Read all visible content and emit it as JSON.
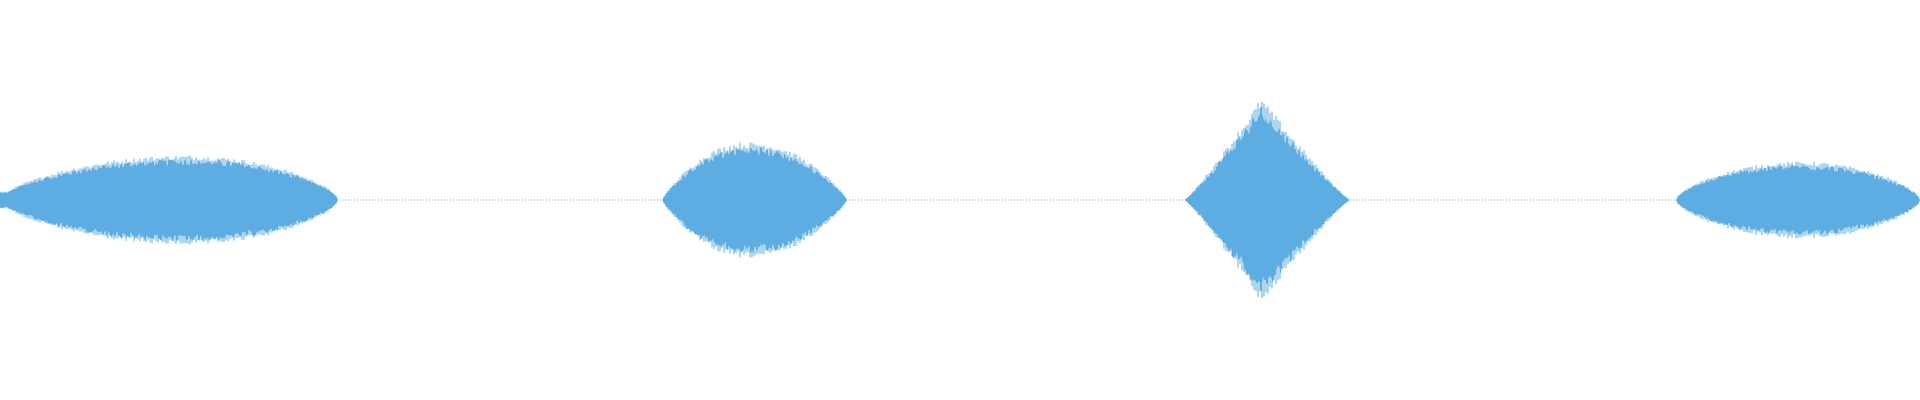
{
  "waveform": {
    "color": "#5dade2",
    "background": "#ffffff",
    "baseline_amplitude": 0.005,
    "bursts": [
      {
        "name": "burst-1",
        "start": 0.0,
        "end": 0.176,
        "peak_at": 0.098,
        "peak_amplitude": 0.21,
        "shape": "sustained",
        "onset_amplitude": 0.04
      },
      {
        "name": "burst-2",
        "start": 0.345,
        "end": 0.441,
        "peak_at": 0.39,
        "peak_amplitude": 0.27,
        "shape": "rounded"
      },
      {
        "name": "burst-3",
        "start": 0.617,
        "end": 0.703,
        "peak_at": 0.657,
        "peak_amplitude": 0.48,
        "shape": "triangular"
      },
      {
        "name": "burst-4",
        "start": 0.873,
        "end": 1.0,
        "peak_at": 0.938,
        "peak_amplitude": 0.18,
        "shape": "sustained"
      }
    ]
  }
}
